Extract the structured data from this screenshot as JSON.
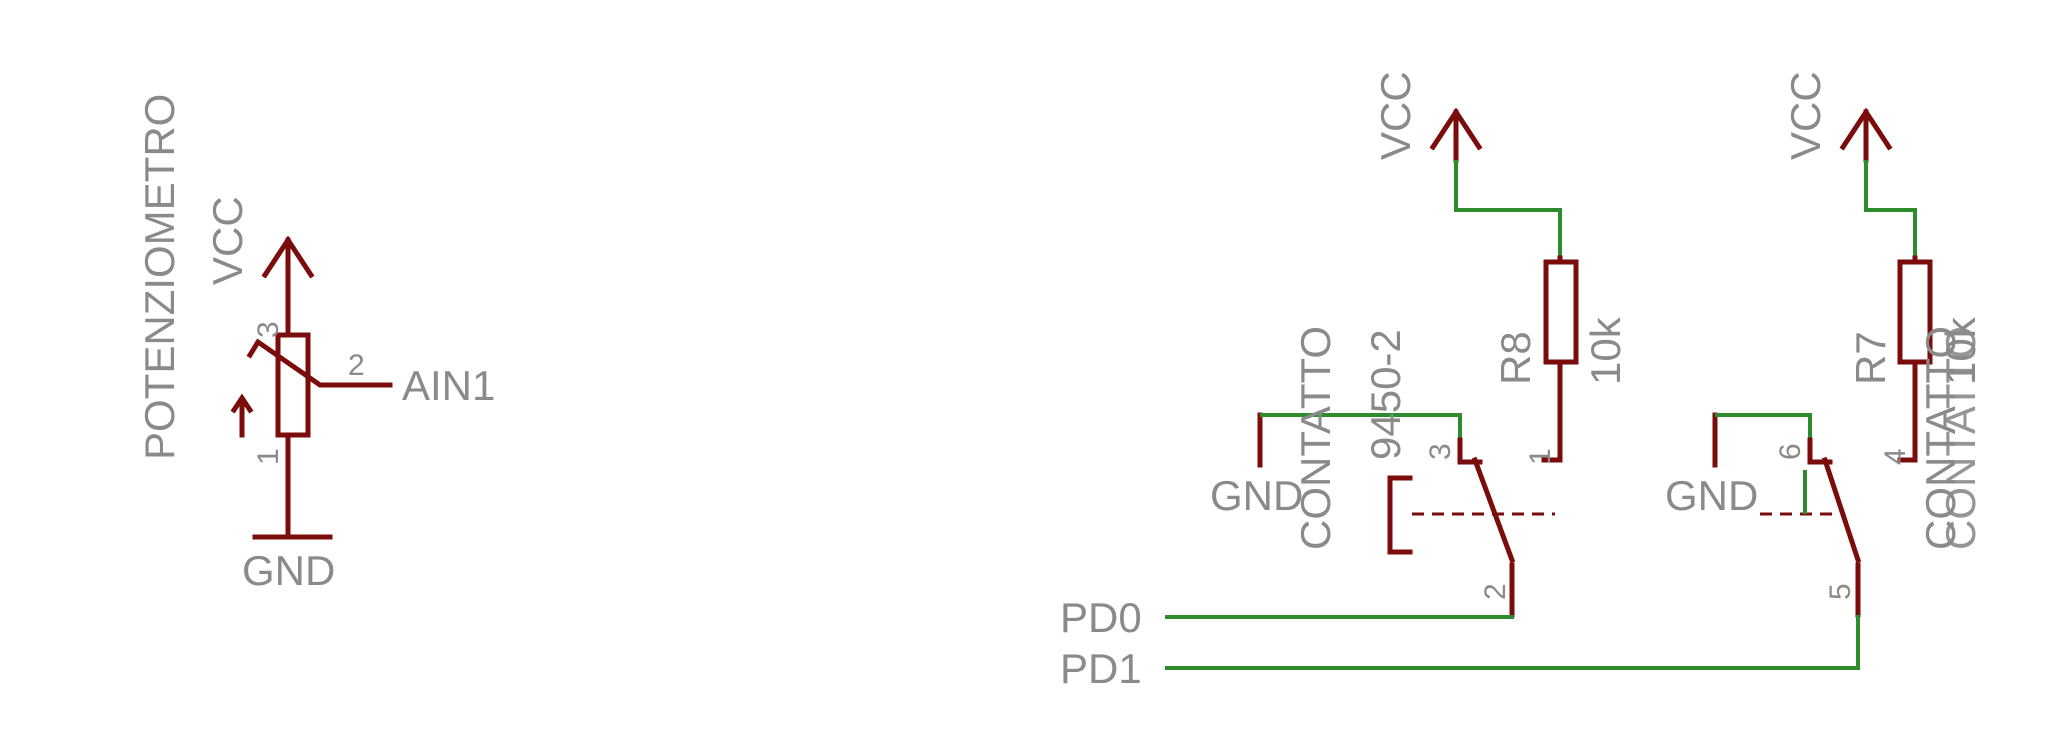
{
  "colors": {
    "symbol": "#7b0c0c",
    "wire": "#2e8b2e",
    "text": "#8a8a8a"
  },
  "labels": {
    "pot_name": "POTENZIOMETRO",
    "vcc_pot": "VCC",
    "gnd_pot": "GND",
    "ain1": "AIN1",
    "pot_pin1": "1",
    "pot_pin2": "2",
    "pot_pin3": "3",
    "vcc1": "VCC",
    "vcc2": "VCC",
    "r8_name": "R8",
    "r8_value": "10k",
    "r7_name": "R7",
    "r7_value": "10k",
    "r8_pin1": "1",
    "r7_pin4": "4",
    "contatto1_name": "CONTATTO",
    "contatto1_part": "9450-2",
    "contatto1_pin3": "3",
    "contatto1_pin2": "2",
    "gnd1": "GND",
    "contatto2_name_a": "CONTATTO",
    "contatto2_name_b": "CONTATTO",
    "contatto2_pin6": "6",
    "contatto2_pin5": "5",
    "gnd2": "GND",
    "pd0": "PD0",
    "pd1": "PD1"
  }
}
